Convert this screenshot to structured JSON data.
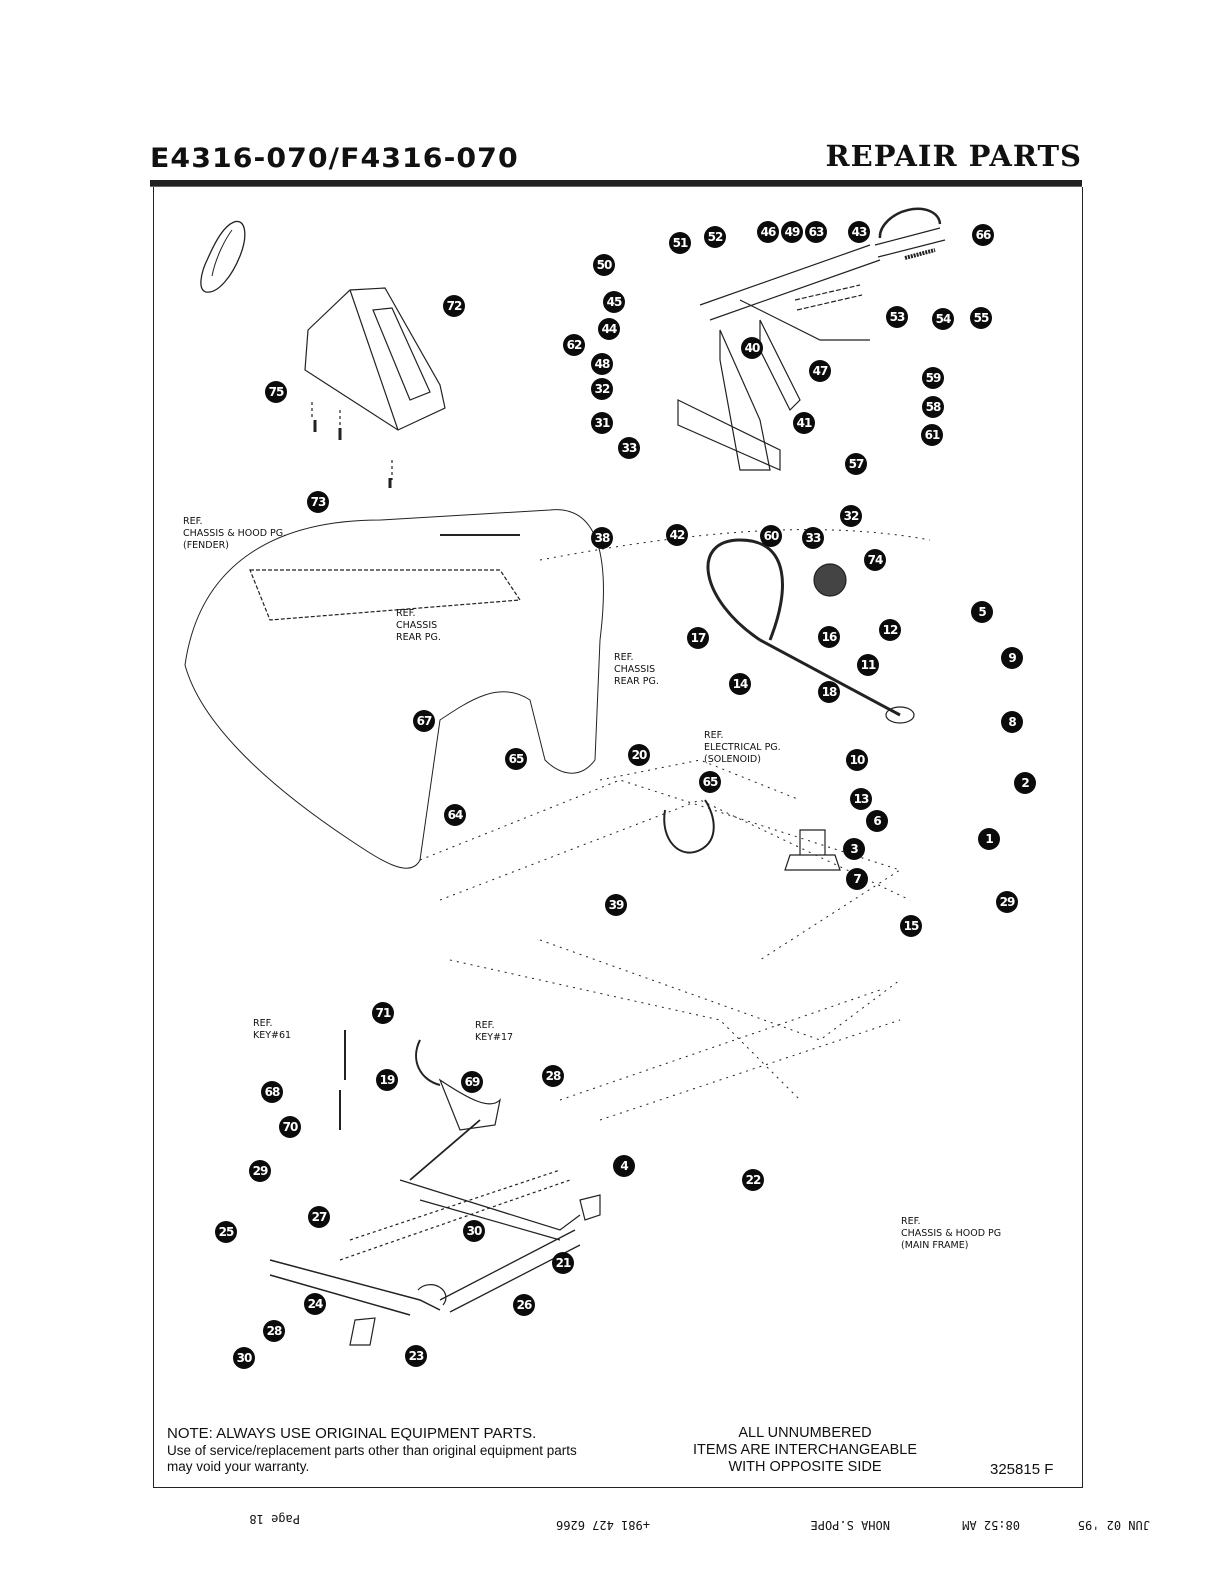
{
  "header": {
    "model": "E4316-070/F4316-070",
    "section": "REPAIR PARTS"
  },
  "handwritten_mark": "O",
  "callouts": [
    "72",
    "75",
    "73",
    "50",
    "51",
    "52",
    "46",
    "49",
    "63",
    "43",
    "66",
    "45",
    "44",
    "62",
    "40",
    "53",
    "54",
    "55",
    "48",
    "47",
    "32",
    "59",
    "31",
    "41",
    "58",
    "61",
    "33",
    "57",
    "32",
    "38",
    "42",
    "60",
    "33",
    "74",
    "5",
    "17",
    "16",
    "12",
    "14",
    "11",
    "9",
    "18",
    "8",
    "10",
    "2",
    "13",
    "6",
    "1",
    "3",
    "7",
    "29",
    "15",
    "39",
    "20",
    "65",
    "67",
    "65",
    "64",
    "71",
    "19",
    "69",
    "68",
    "70",
    "29",
    "28",
    "4",
    "22",
    "27",
    "25",
    "30",
    "21",
    "26",
    "24",
    "28",
    "23",
    "30"
  ],
  "references": {
    "fender": "REF.\nCHASSIS & HOOD PG.\n(FENDER)",
    "chassis_rear_1": "REF.\nCHASSIS\nREAR PG.",
    "chassis_rear_2": "REF.\nCHASSIS\nREAR PG.",
    "electrical": "REF.\nELECTRICAL PG.\n(SOLENOID)",
    "key61": "REF.\nKEY#61",
    "key17": "REF.\nKEY#17",
    "main_frame": "REF.\nCHASSIS & HOOD PG\n(MAIN FRAME)"
  },
  "footer": {
    "note_title": "NOTE: ALWAYS USE ORIGINAL EQUIPMENT PARTS.",
    "note_body": "Use of service/replacement parts other than original equipment parts may void your warranty.",
    "center_note_1": "ALL UNNUMBERED",
    "center_note_2": "ITEMS ARE INTERCHANGEABLE",
    "center_note_3": "WITH OPPOSITE SIDE",
    "part_number": "325815 F"
  },
  "fax_header": {
    "date": "JUN 02 '95",
    "time": "08:52 AM",
    "sender": "NOHA S.POPE",
    "phone": "+981 427 6266",
    "page": "Page 18"
  }
}
